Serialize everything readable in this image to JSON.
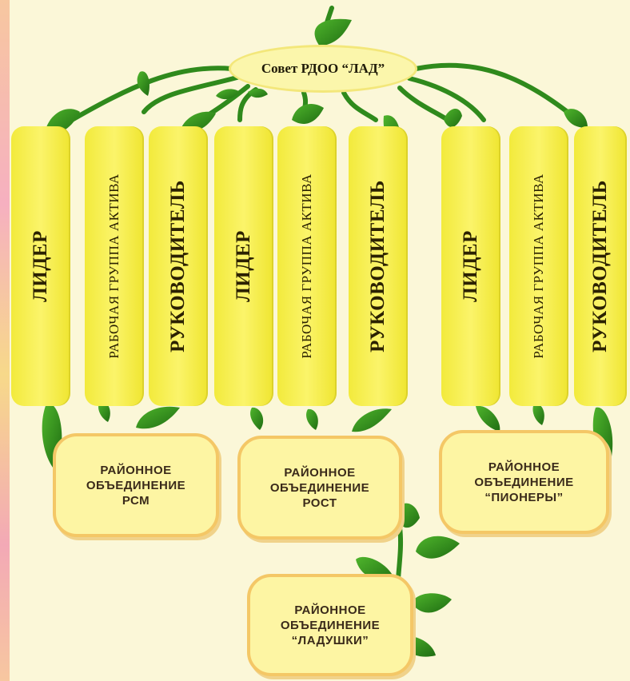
{
  "council": {
    "label": "Совет РДОО “ЛАД”"
  },
  "groups": [
    {
      "leader": "ЛИДЕР",
      "team": "РАБОЧАЯ ГРУППА АКТИВА",
      "head": "РУКОВОДИТЕЛЬ",
      "union": [
        "РАЙОННОЕ",
        "ОБЪЕДИНЕНИЕ",
        "РСМ"
      ]
    },
    {
      "leader": "ЛИДЕР",
      "team": "РАБОЧАЯ ГРУППА АКТИВА",
      "head": "РУКОВОДИТЕЛЬ",
      "union": [
        "РАЙОННОЕ",
        "ОБЪЕДИНЕНИЕ",
        "РОСТ"
      ]
    },
    {
      "leader": "ЛИДЕР",
      "team": "РАБОЧАЯ ГРУППА АКТИВА",
      "head": "РУКОВОДИТЕЛЬ",
      "union": [
        "РАЙОННОЕ",
        "ОБЪЕДИНЕНИЕ",
        "“ПИОНЕРЫ”"
      ]
    }
  ],
  "child_union": [
    "РАЙОННОЕ",
    "ОБЪЕДИНЕНИЕ",
    "“ЛАДУШКИ”"
  ],
  "colors": {
    "vine": "#2f8a1c",
    "leaf": "#2e8b1f",
    "pill": "#f2ea3c",
    "box_border": "#f4c766"
  }
}
